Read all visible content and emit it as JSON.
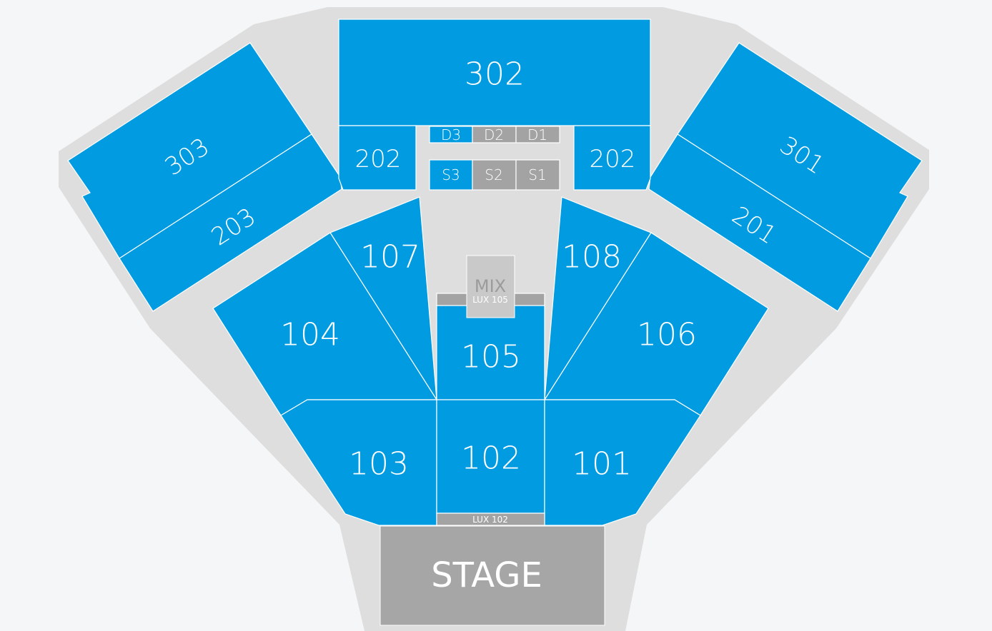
{
  "sections": {
    "s101": "101",
    "s102": "102",
    "s103": "103",
    "s104": "104",
    "s105": "105",
    "s106": "106",
    "s107": "107",
    "s108": "108",
    "s201": "201",
    "s202_left": "202",
    "s202_right": "202",
    "s203": "203",
    "s301": "301",
    "s302": "302",
    "s303": "303"
  },
  "boxes": {
    "d1": "D1",
    "d2": "D2",
    "d3": "D3",
    "s1": "S1",
    "s2": "S2",
    "s3": "S3"
  },
  "lux": {
    "lux102": "LUX 102",
    "lux105": "LUX 105"
  },
  "mix": "MIX",
  "stage": "STAGE",
  "colors": {
    "section": "#009be0",
    "venue": "#dedede",
    "stage": "#a6a6a6",
    "background": "#f5f6f8"
  }
}
